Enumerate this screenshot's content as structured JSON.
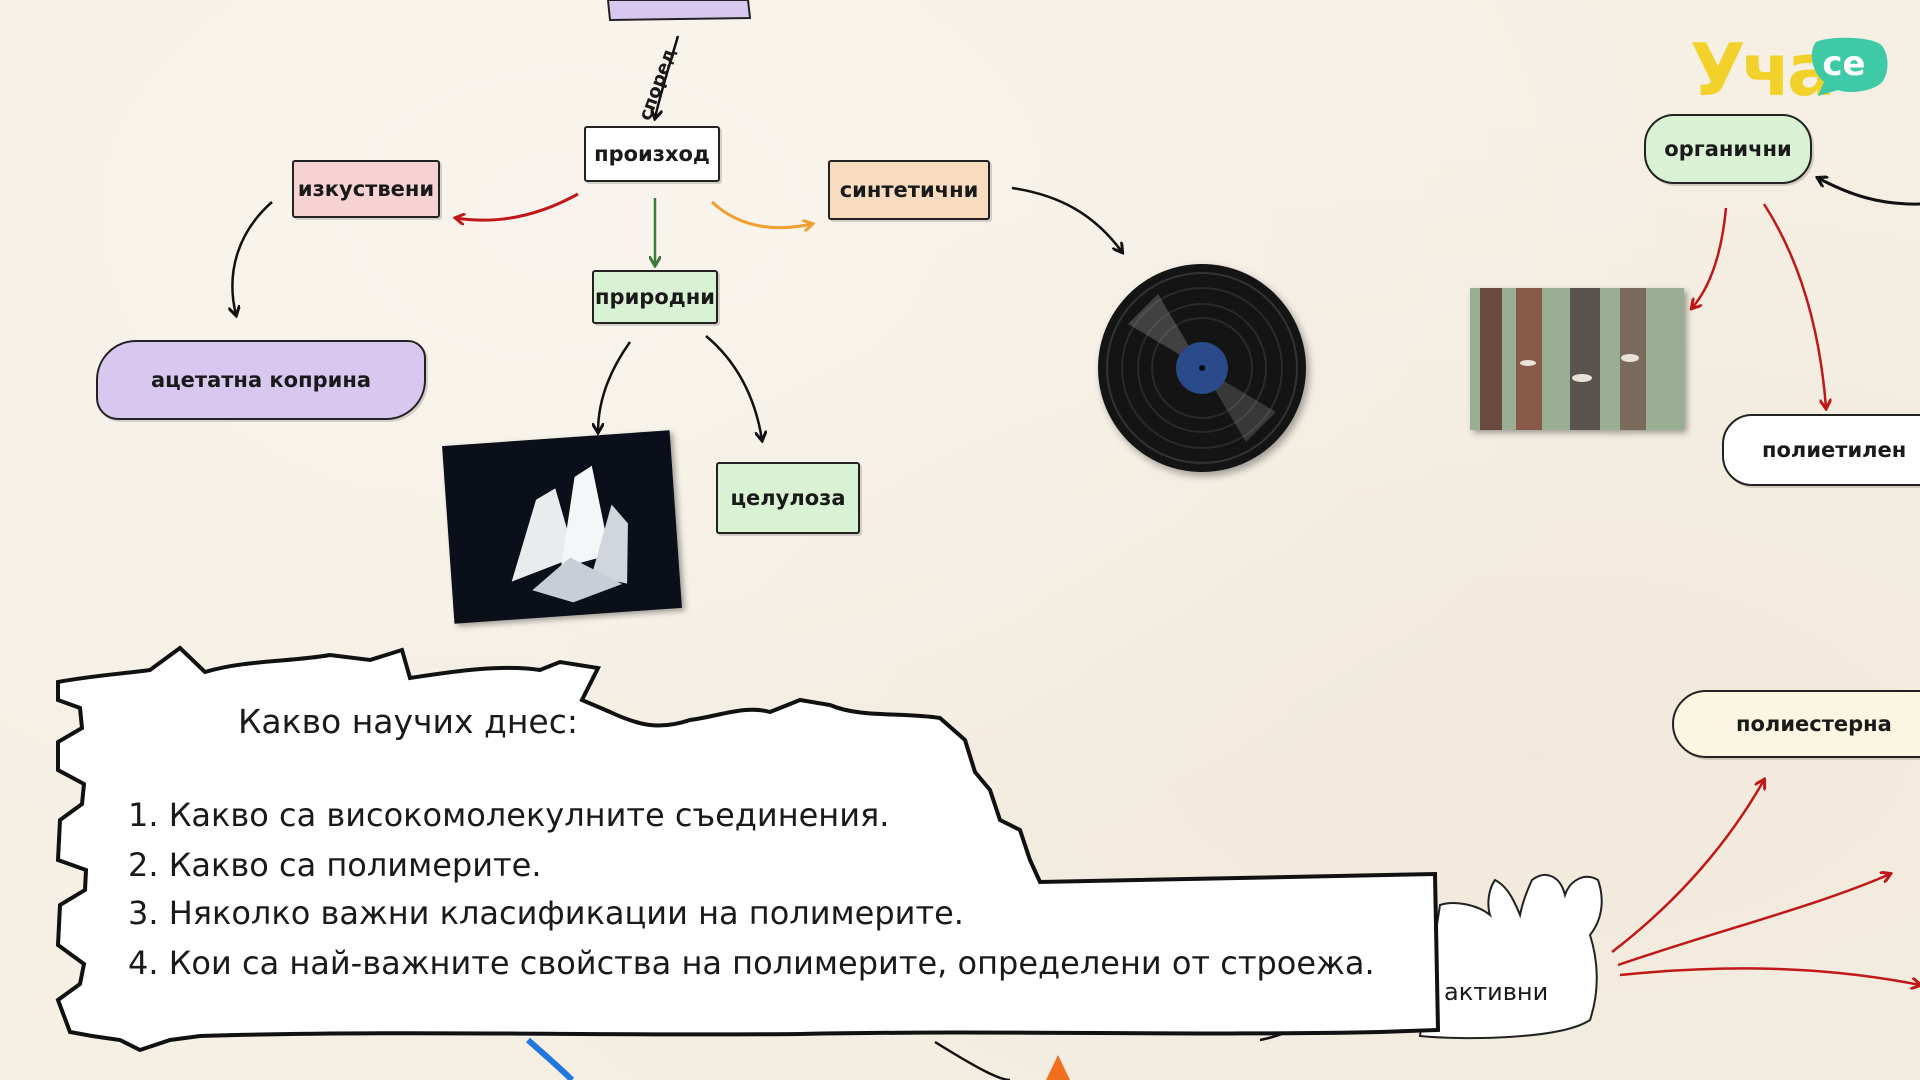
{
  "logo": {
    "text": "Уча",
    "suffix": "се"
  },
  "diagram": {
    "edge_label": "според",
    "nodes": {
      "origin": "произход",
      "artificial": "изкуствени",
      "synthetic": "синтетични",
      "natural": "природни",
      "acetate_silk": "ацетатна коприна",
      "cellulose": "целулоза",
      "organic": "органични",
      "polyethylene": "полиетилен",
      "polyester": "полиестерна",
      "active": "активни"
    },
    "images": [
      "quartz-crystal",
      "vinyl-record",
      "rubber-trees"
    ]
  },
  "summary": {
    "title": "Какво научих днес:",
    "items": [
      "1. Какво са високомолекулните съединения.",
      "2. Какво са полимерите.",
      "3. Няколко важни класификации на полимерите.",
      "4. Кои са най-важните свойства на полимерите, определени от строежа."
    ]
  },
  "colors": {
    "background": "#f5efe4",
    "artificial": "#f6d2d2",
    "synthetic": "#f8dcc0",
    "natural": "#d9f2d3",
    "purple": "#d8c8f0",
    "logo_yellow": "#f2d22a",
    "logo_green": "#3ec9a7",
    "arrow_red": "#c01818",
    "arrow_orange": "#f0a030",
    "arrow_green": "#3a7a3a"
  }
}
